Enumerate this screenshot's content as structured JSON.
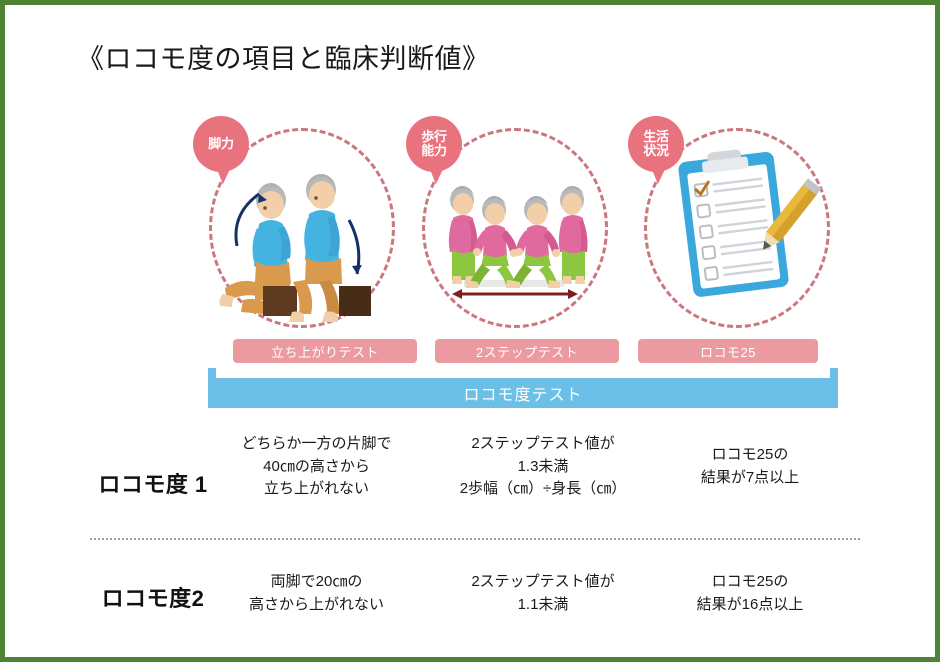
{
  "title": "《ロコモ度の項目と臨床判断値》",
  "theme": {
    "border_green": "#4e8234",
    "badge_pink": "#e8737e",
    "button_pink": "#eb9aa0",
    "bar_blue": "#6cc0e8",
    "dashed_circle": "#c4606a"
  },
  "categories": [
    {
      "badge_label": "脚力",
      "badge_lines": [
        "脚力"
      ],
      "illustration": "stand-up-from-box-illustration",
      "test_label": "立ち上がりテスト"
    },
    {
      "badge_label": "歩行能力",
      "badge_lines": [
        "歩行",
        "能力"
      ],
      "illustration": "walking-stride-illustration",
      "test_label": "2ステップテスト"
    },
    {
      "badge_label": "生活状況",
      "badge_lines": [
        "生活",
        "状況"
      ],
      "illustration": "clipboard-checklist-illustration",
      "test_label": "ロコモ25"
    }
  ],
  "bar": {
    "label": "ロコモ度テスト"
  },
  "criteria": {
    "rows": [
      {
        "label": "ロコモ度 1",
        "cells": [
          "どちらか一方の片脚で\n40㎝の高さから\n立ち上がれない",
          "2ステップテスト値が\n1.3未満\n2歩幅（㎝）÷身長（㎝）",
          "ロコモ25の\n結果が7点以上"
        ]
      },
      {
        "label": "ロコモ度2",
        "cells": [
          "両脚で20㎝の\n高さから上がれない",
          "2ステップテスト値が\n1.1未満",
          "ロコモ25の\n結果が16点以上"
        ]
      }
    ]
  }
}
